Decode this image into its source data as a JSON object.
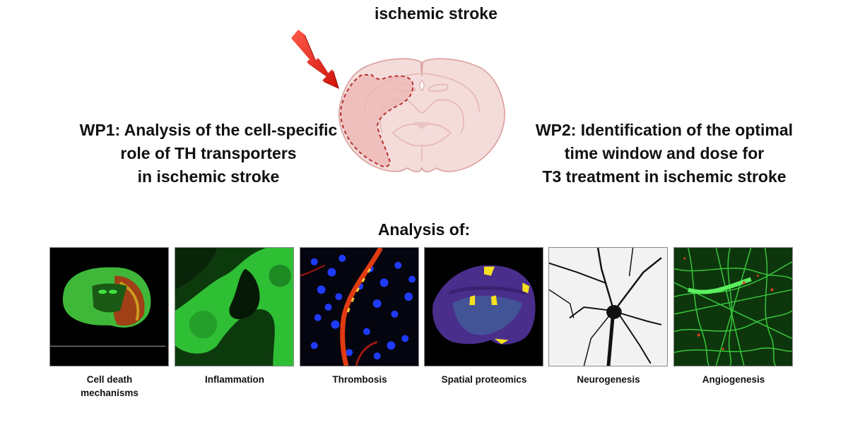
{
  "header": {
    "title": "ischemic stroke"
  },
  "wp1": {
    "lines": [
      "WP1: Analysis of the cell-specific",
      "role of TH transporters",
      "in ischemic stroke"
    ]
  },
  "wp2": {
    "lines": [
      "WP2: Identification of the optimal",
      "time window and dose for",
      "T3 treatment in ischemic stroke"
    ]
  },
  "analysis": {
    "heading": "Analysis of:",
    "panels": [
      {
        "label_lines": [
          "Cell death",
          "mechanisms"
        ],
        "image": "brain-section-fluorescence"
      },
      {
        "label_lines": [
          "Inflammation"
        ],
        "image": "green-fluorescence-tissue"
      },
      {
        "label_lines": [
          "Thrombosis"
        ],
        "image": "vessel-nuclei-stain"
      },
      {
        "label_lines": [
          "Spatial proteomics"
        ],
        "image": "brain-heatmap"
      },
      {
        "label_lines": [
          "Neurogenesis"
        ],
        "image": "neuron-grayscale"
      },
      {
        "label_lines": [
          "Angiogenesis"
        ],
        "image": "vascular-network"
      }
    ]
  },
  "colors": {
    "lightning": "#e8261c",
    "brain_fill": "#f3dcda",
    "infarct_fill": "#eeb6b4",
    "infarct_outline": "#b3302c",
    "brain_outline": "#d99a96"
  }
}
